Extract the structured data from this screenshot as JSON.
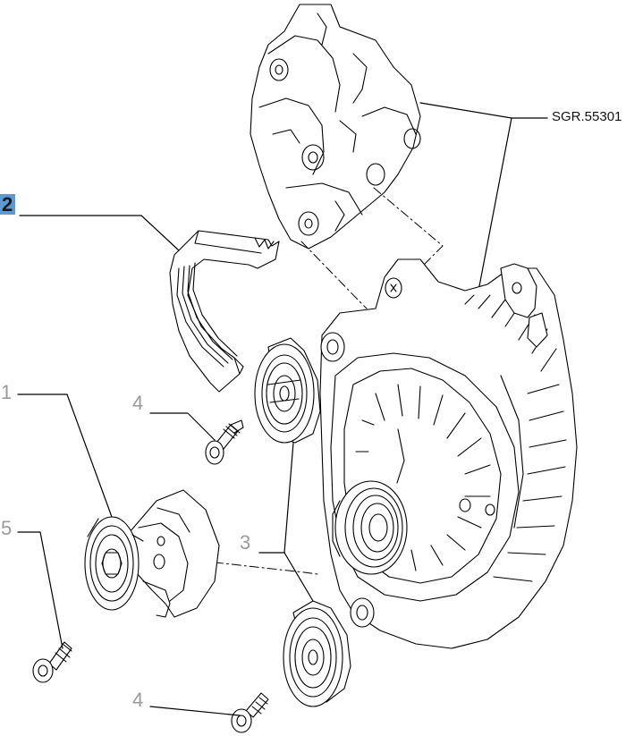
{
  "reference": "SGR.55301",
  "callouts": {
    "belt": "2",
    "tensioner": "1",
    "bolt_upper": "4",
    "bolt_tensioner": "5",
    "pulleys": "3",
    "bolt_lower": "4"
  },
  "selected_callout": "2",
  "colors": {
    "highlight": "#5b9bd5",
    "callout_text": "#9a9a9a",
    "line": "#000000"
  }
}
